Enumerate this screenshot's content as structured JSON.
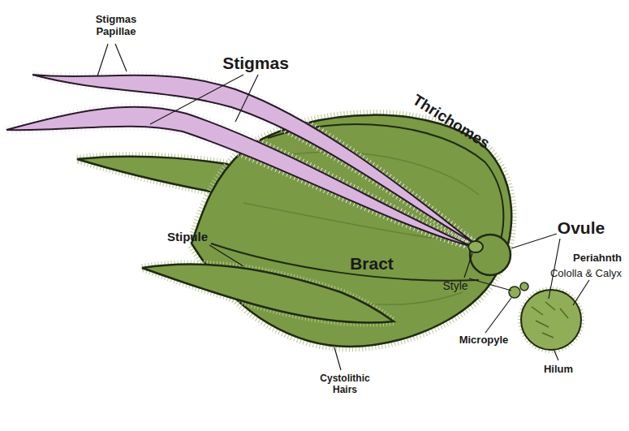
{
  "diagram": {
    "labels": [
      "Stigmas Papillae",
      "Stigmas",
      "Thrichomes",
      "Ovule",
      "Periahnth",
      "Cololla & Calyx",
      "Stipule",
      "Bract",
      "Style",
      "Micropyle",
      "Hilum",
      "Cystolithic Hairs"
    ]
  }
}
